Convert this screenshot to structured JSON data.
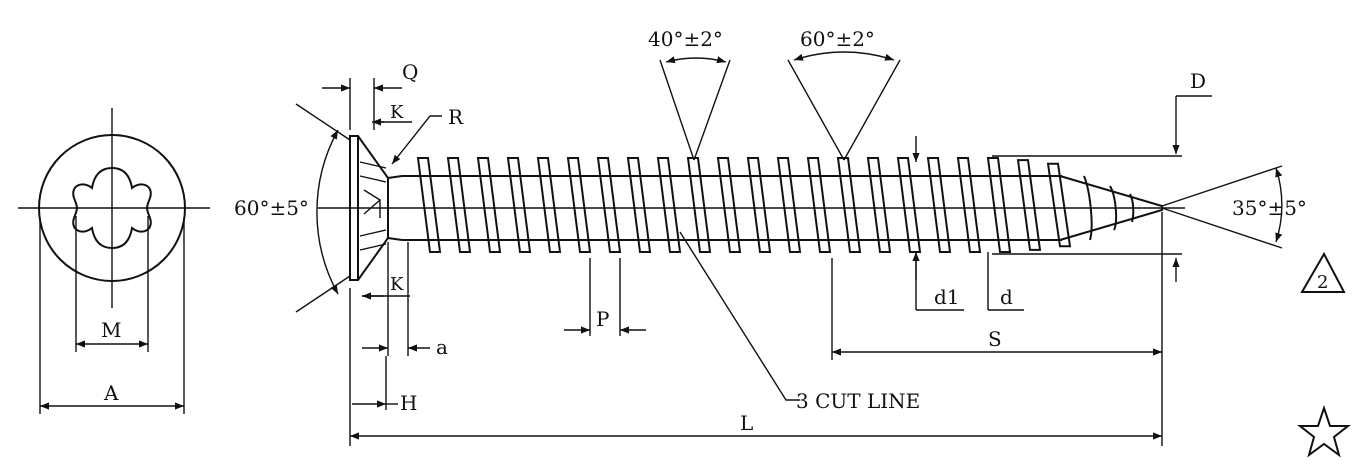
{
  "labels": {
    "A": "A",
    "M": "M",
    "Q": "Q",
    "K_top": "K",
    "K_bottom": "K",
    "R": "R",
    "head_angle": "60°±5°",
    "angle_40": "40°±2°",
    "angle_60": "60°±2°",
    "D": "D",
    "point_angle": "35°±5°",
    "note_2": "2",
    "d1": "d1",
    "d": "d",
    "P": "P",
    "a": "a",
    "S": "S",
    "cut_line": "3 CUT LINE",
    "H": "H",
    "L": "L"
  },
  "symbols": {
    "revision_triangle": "triangle-icon",
    "star": "star-icon"
  }
}
